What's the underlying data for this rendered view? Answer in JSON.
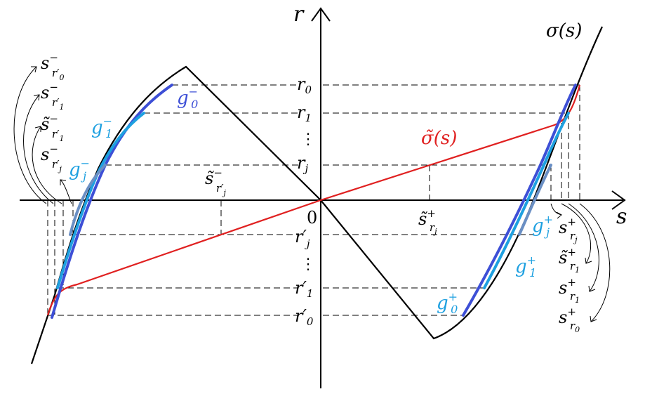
{
  "colors": {
    "axis": "#000000",
    "sigma_curve": "#000000",
    "sigma_tilde_curve": "#e02020",
    "g0_branch": "#3d4fd6",
    "g1_branch": "#1ea0e0",
    "gj_branch": "#6a8fc4",
    "dashed": "#000000"
  },
  "axes": {
    "x_label": "s",
    "y_label": "r",
    "origin_label": "0"
  },
  "curves": {
    "sigma": "σ(s)",
    "sigma_tilde": "σ̃(s)"
  },
  "y_ticks": {
    "r0": {
      "base": "r",
      "sub": "0"
    },
    "r1": {
      "base": "r",
      "sub": "1"
    },
    "dots_upper": "⋮",
    "rj": {
      "base": "r",
      "sub": "j"
    },
    "rpj": {
      "base": "r′",
      "sub": "j"
    },
    "dots_lower": "⋮",
    "rp1": {
      "base": "r′",
      "sub": "1"
    },
    "rp0": {
      "base": "r′",
      "sub": "0"
    }
  },
  "branches": {
    "g0_minus": {
      "base": "g",
      "sub": "0",
      "sup": "−"
    },
    "g1_minus": {
      "base": "g",
      "sub": "1",
      "sup": "−"
    },
    "gj_minus": {
      "base": "g",
      "sub": "j",
      "sup": "−"
    },
    "g0_plus": {
      "base": "g",
      "sub": "0",
      "sup": "+"
    },
    "g1_plus": {
      "base": "g",
      "sub": "1",
      "sup": "+"
    },
    "gj_plus": {
      "base": "g",
      "sub": "j",
      "sup": "+"
    }
  },
  "s_points_minus": [
    {
      "base": "s",
      "sup": "−",
      "sub": "r′",
      "subsub": "0"
    },
    {
      "base": "s",
      "sup": "−",
      "sub": "r′",
      "subsub": "1"
    },
    {
      "base": "s̃",
      "sup": "−",
      "sub": "r′",
      "subsub": "1"
    },
    {
      "base": "s",
      "sup": "−",
      "sub": "r′",
      "subsub": "j"
    }
  ],
  "s_points_plus": [
    {
      "base": "s",
      "sup": "+",
      "sub": "r",
      "subsub": "j"
    },
    {
      "base": "s̃",
      "sup": "+",
      "sub": "r",
      "subsub": "1"
    },
    {
      "base": "s",
      "sup": "+",
      "sub": "r",
      "subsub": "1"
    },
    {
      "base": "s",
      "sup": "+",
      "sub": "r",
      "subsub": "0"
    }
  ],
  "s_tilde_minus_axis": {
    "base": "s̃",
    "sup": "−",
    "sub": "r′",
    "subsub": "j"
  },
  "s_tilde_plus_axis": {
    "base": "s̃",
    "sup": "+",
    "sub": "r",
    "subsub": "j"
  }
}
